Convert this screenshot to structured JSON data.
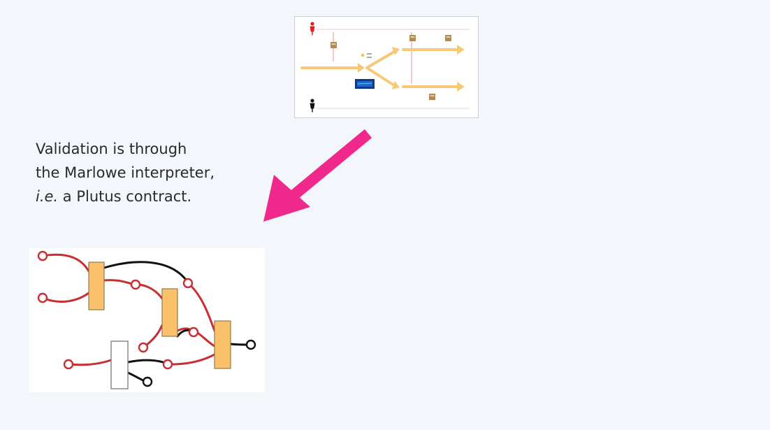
{
  "caption": {
    "line1": "Validation is through",
    "line2": "the Marlowe interpreter,",
    "line3_italic": "i.e.",
    "line3_rest": " a Plutus contract."
  },
  "colors": {
    "background": "#f3f6fb",
    "arrow": "#f0288c",
    "flow_arrow": "#f6c978",
    "wire_red": "#c62f33",
    "wire_black": "#111111",
    "node_orange": "#fbc16a",
    "node_white": "#ffffff",
    "party_red": "#e02020",
    "party_black": "#111111"
  },
  "icons": {
    "party_top": "person-icon",
    "party_bottom": "person-icon",
    "deposit": "money-box-icon",
    "oracle": "screen-icon"
  }
}
